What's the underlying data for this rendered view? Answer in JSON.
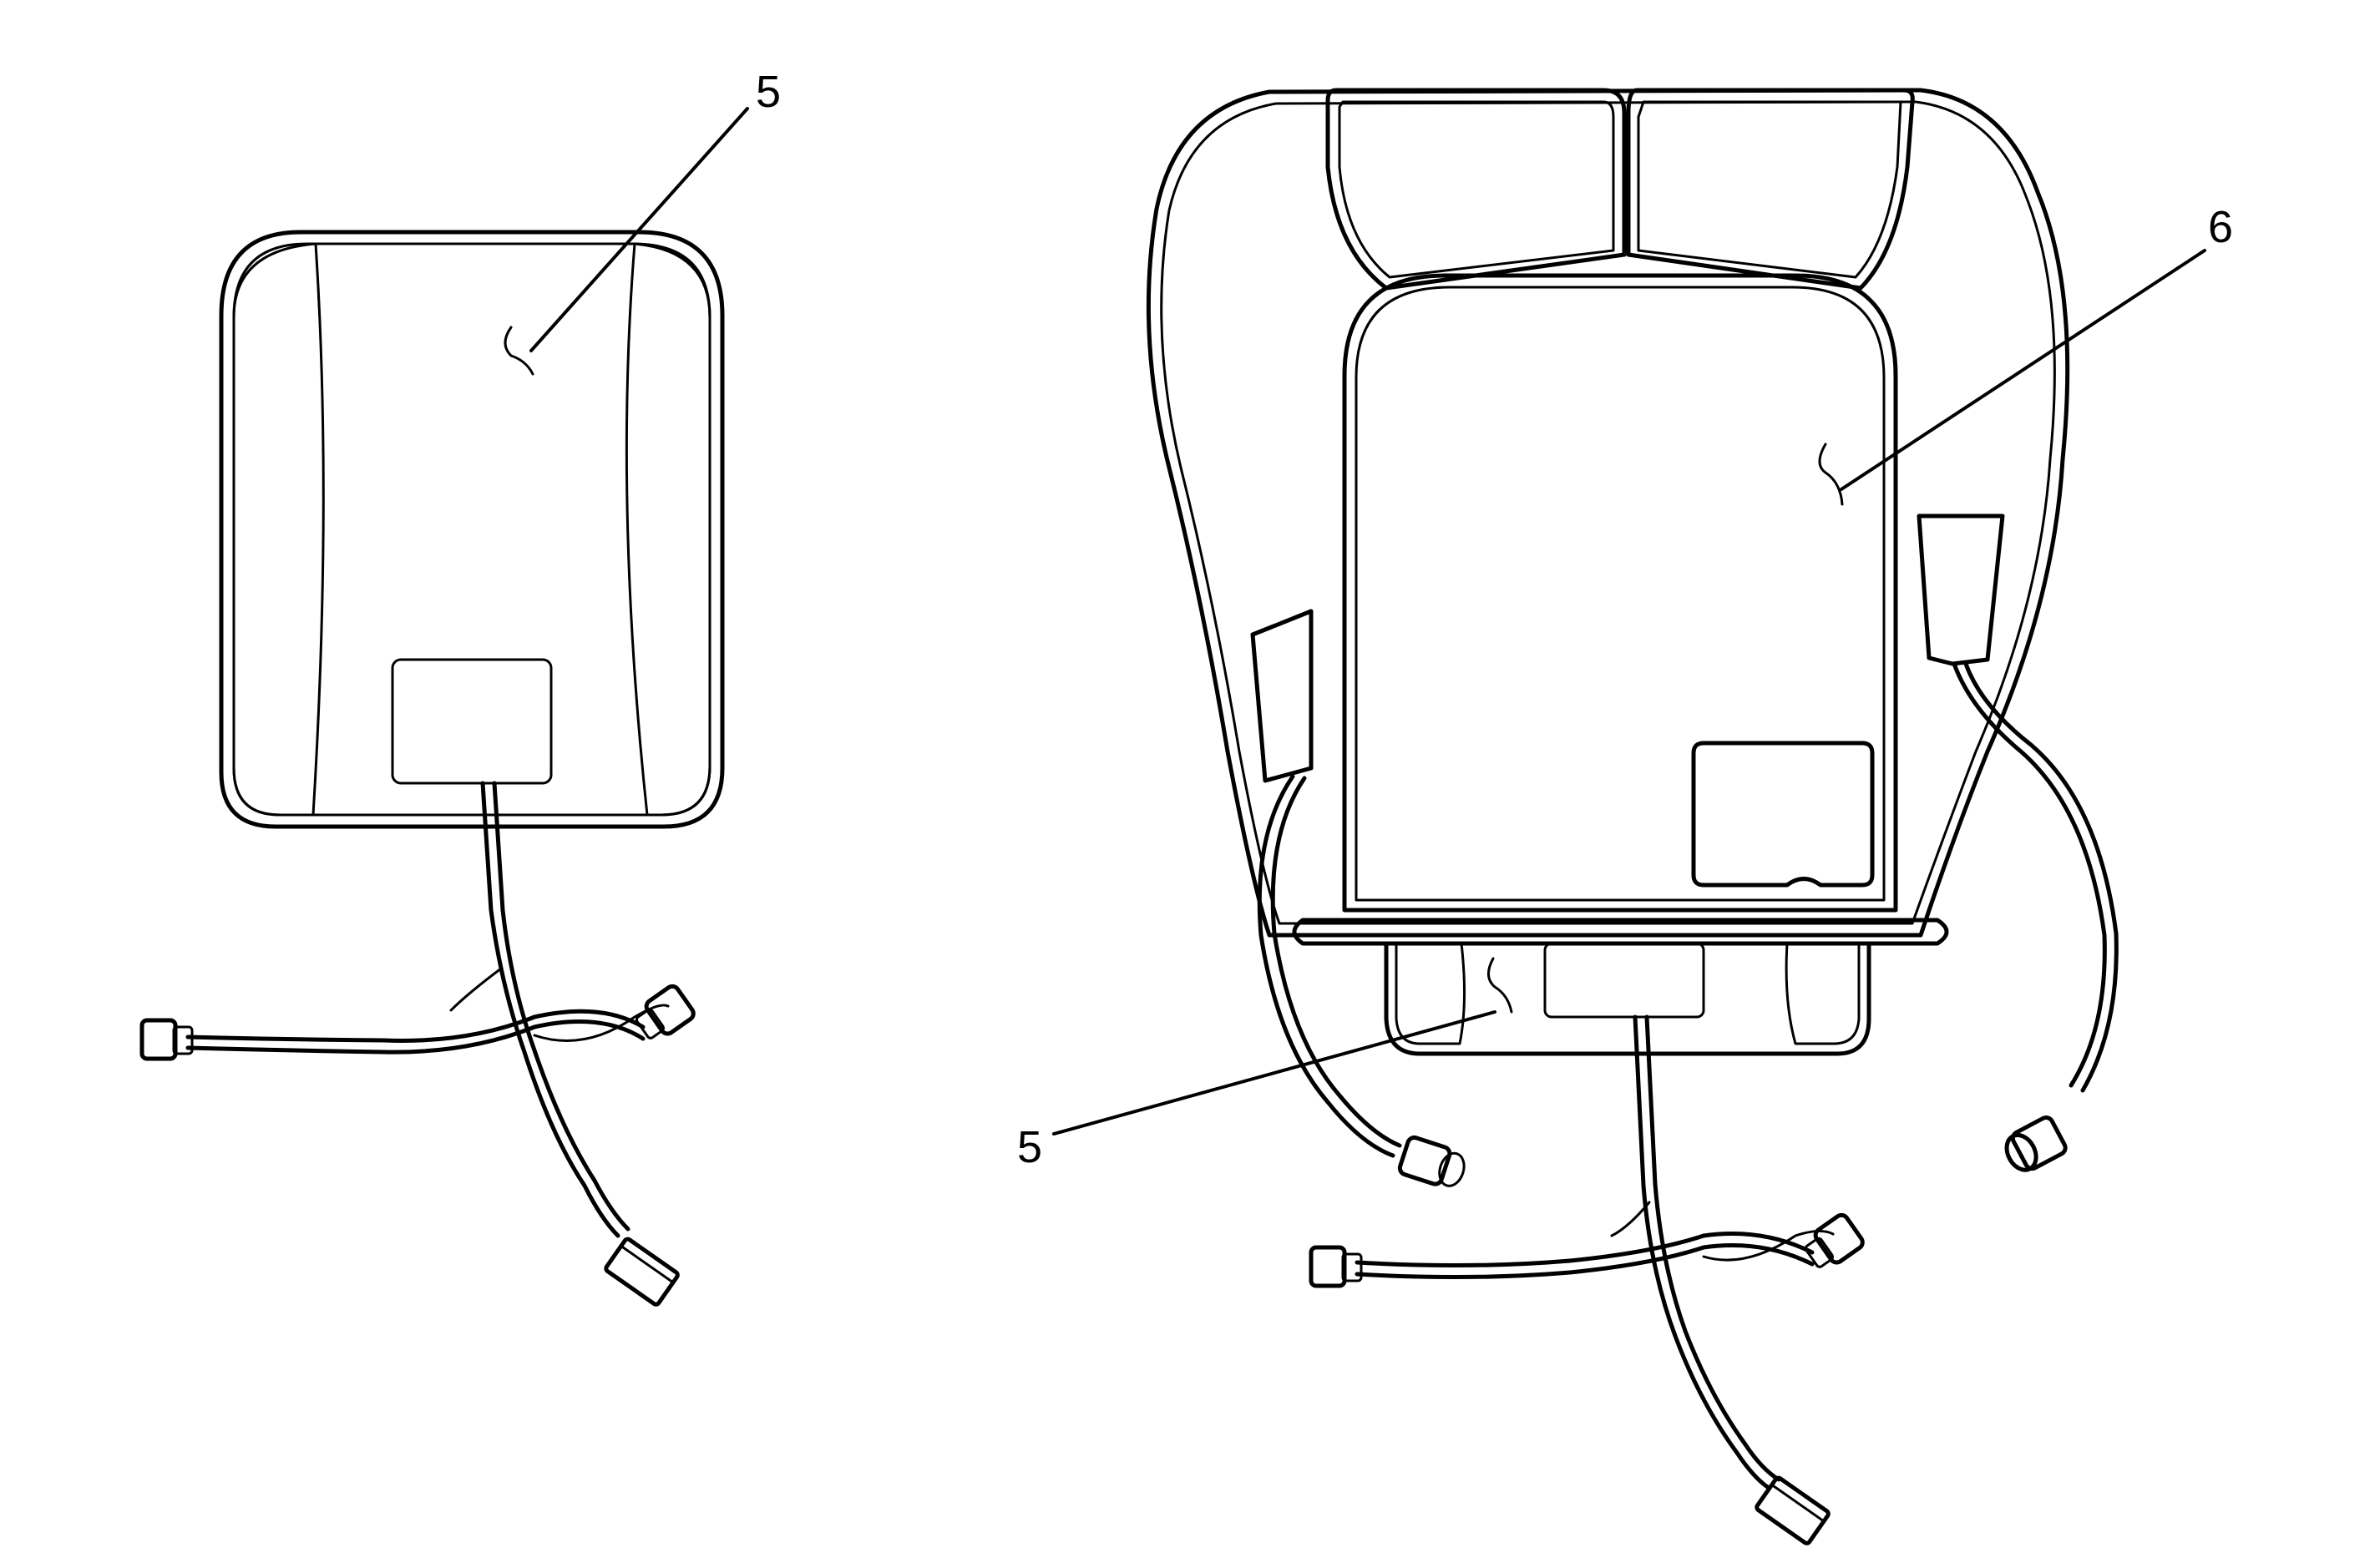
{
  "diagram": {
    "callouts": [
      {
        "id": "left-heater",
        "label": "5"
      },
      {
        "id": "right-cover-heater",
        "label": "6"
      },
      {
        "id": "right-seat-heater",
        "label": "5"
      }
    ]
  }
}
